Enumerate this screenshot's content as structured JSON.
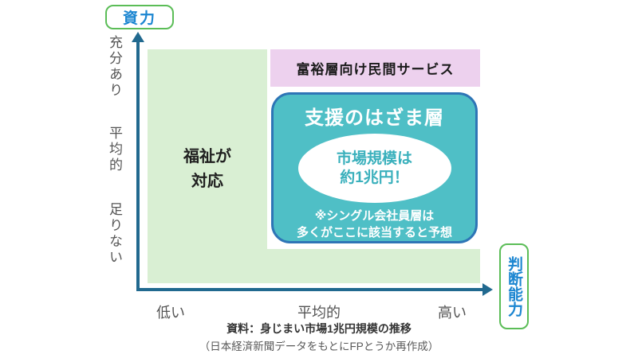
{
  "colors": {
    "axis": "#21698f",
    "label_box_border": "#5bbd57",
    "label_text_blue": "#1c86d1",
    "green_region_fill": "#d9efd3",
    "pink_box_fill": "#edd1ee",
    "teal_box_fill": "#4fbfc6",
    "teal_box_border": "#2e75b6",
    "ellipse_text_teal": "#3ab0bc"
  },
  "y_axis": {
    "title": "資力",
    "labels": [
      "充分あり",
      "平均的",
      "足りない"
    ]
  },
  "x_axis": {
    "title": "判断能力",
    "labels": [
      "低い",
      "平均的",
      "高い"
    ]
  },
  "regions": {
    "welfare_label": "福祉が\n対応",
    "wealthy_label": "富裕層向け民間サービス",
    "gap_layer": {
      "title": "支援のはざま層",
      "ellipse_text": "市場規模は\n約1兆円！",
      "note": "※シングル会社員層は\n多くがここに該当すると予想"
    }
  },
  "caption": {
    "line1": "資料：身じまい市場1兆円規模の推移",
    "line2": "（日本経済新聞データをもとにFPとうか再作成）"
  }
}
